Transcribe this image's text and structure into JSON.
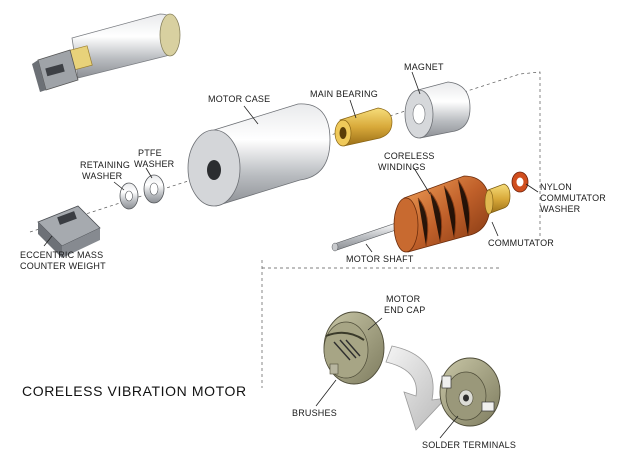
{
  "title": "CORELESS VIBRATION MOTOR",
  "labels": {
    "motor_case": "MOTOR CASE",
    "main_bearing": "MAIN BEARING",
    "magnet": "MAGNET",
    "ptfe_1": "PTFE",
    "ptfe_2": "WASHER",
    "retaining_1": "RETAINING",
    "retaining_2": "WASHER",
    "coreless_1": "CORELESS",
    "coreless_2": "WINDINGS",
    "nylon_1": "NYLON",
    "nylon_2": "COMMUTATOR",
    "nylon_3": "WASHER",
    "commutator": "COMMUTATOR",
    "motor_shaft": "MOTOR SHAFT",
    "eccentric_1": "ECCENTRIC MASS",
    "eccentric_2": "COUNTER WEIGHT",
    "end_cap_1": "MOTOR",
    "end_cap_2": "END CAP",
    "brushes": "BRUSHES",
    "solder_terminals": "SOLDER TERMINALS"
  }
}
